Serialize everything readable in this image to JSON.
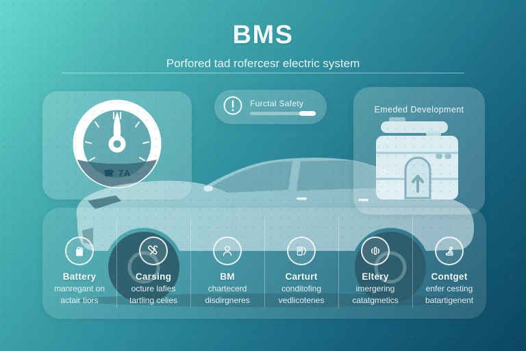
{
  "header": {
    "title": "BMS",
    "subtitle": "Porfored tad rofercesr electric system"
  },
  "gauge_card": {
    "phone_glyph": "☎",
    "reading": "7A",
    "icon": "gauge-dial-icon"
  },
  "safety_card": {
    "label": "Furctal Safety",
    "progress_percent": 85,
    "icon": "clock-icon"
  },
  "dev_card": {
    "title": "Emeded Development",
    "icon": "battery-pack-icon"
  },
  "features": [
    {
      "icon": "battery-bag-icon",
      "title": "Battery",
      "line1": "manregant on",
      "line2": "actair tiors"
    },
    {
      "icon": "wrench-tools-icon",
      "title": "Carsing",
      "line1": "octure lafies",
      "line2": "tartling celies"
    },
    {
      "icon": "person-icon",
      "title": "BM",
      "line1": "chartecerd",
      "line2": "disdirgneres"
    },
    {
      "icon": "charging-station-icon",
      "title": "Carturt",
      "line1": "conditofing",
      "line2": "vedlicotenes"
    },
    {
      "icon": "battery-signal-icon",
      "title": "Eltery",
      "line1": "imergering",
      "line2": "catatgmetics"
    },
    {
      "icon": "microscope-icon",
      "title": "Contget",
      "line1": "enfer cesting",
      "line2": "batartigenent"
    }
  ],
  "colors": {
    "bg_top": "#68d6ce",
    "bg_bottom": "#0c4760",
    "glass_card": "rgba(255,255,255,0.20)",
    "text": "#f0fafa",
    "gauge_segment": "#38687a",
    "battery_body": "#e4f2f5"
  }
}
